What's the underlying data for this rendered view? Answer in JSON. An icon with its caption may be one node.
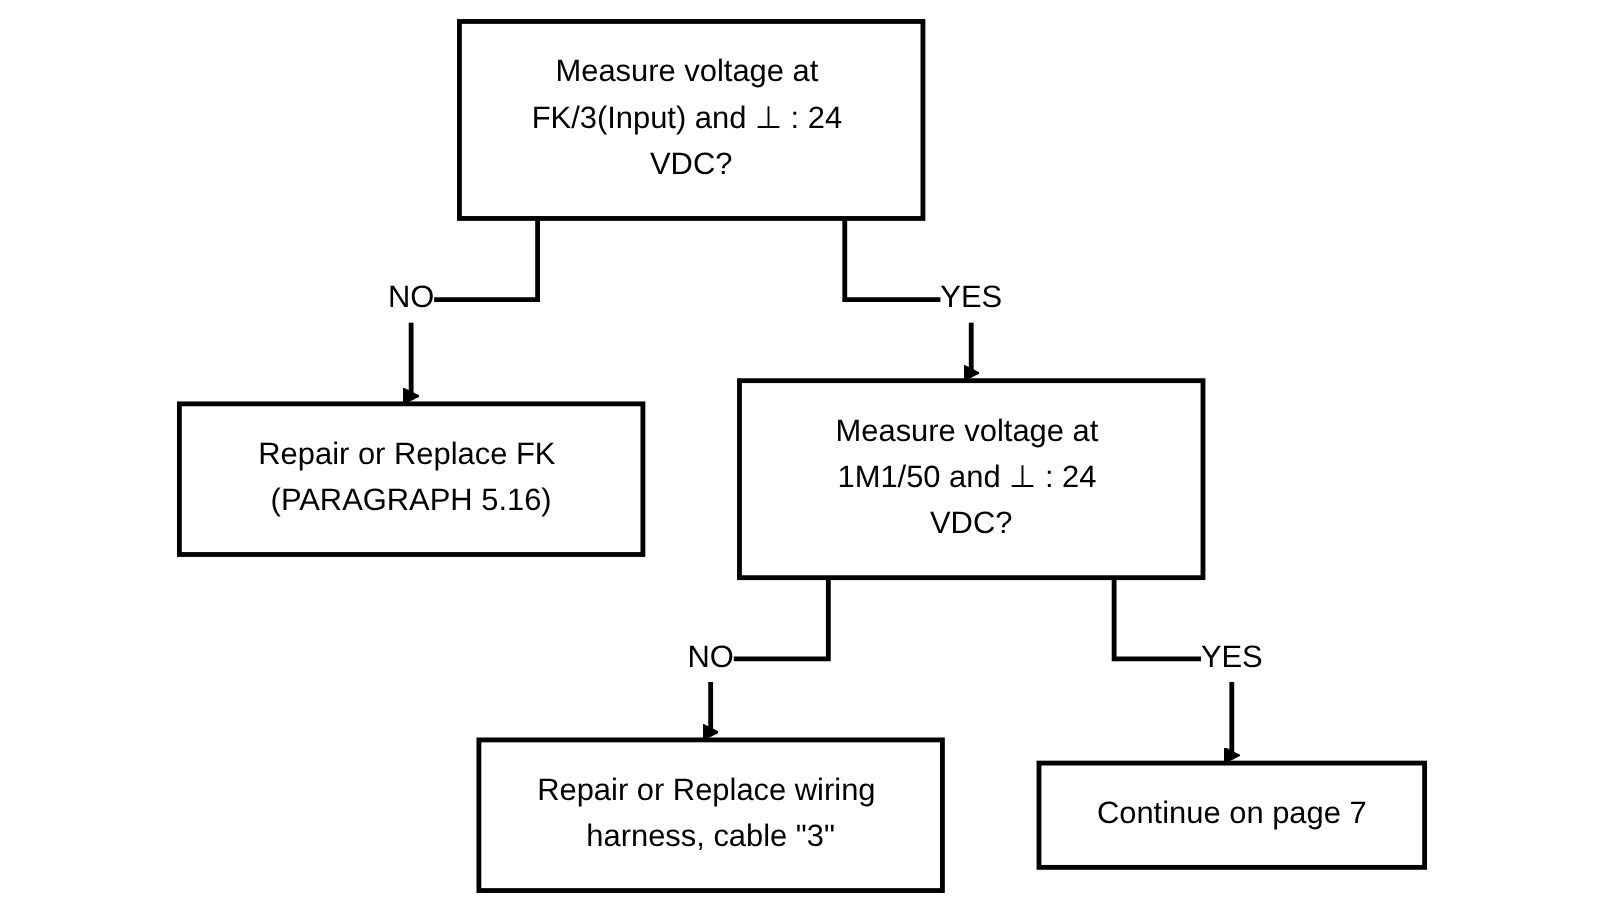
{
  "diagram": {
    "nodes": [
      {
        "text": [
          "Measure voltage at FK/3(Input) and ⊥ : 24 VDC?"
        ]
      },
      {
        "text": [
          "Repair or Replace FK (PARAGRAPH 5.16)"
        ]
      },
      {
        "text": [
          "Measure voltage at 1M1/50 and ⊥ : 24 VDC?"
        ]
      },
      {
        "text": [
          "Repair or Replace wiring harness, cable \"3\""
        ]
      },
      {
        "text": [
          "Continue on page 7"
        ]
      }
    ],
    "edges": [
      {
        "from": 0,
        "to": 1,
        "arrow": "to",
        "label": "NO"
      },
      {
        "from": 0,
        "to": 2,
        "arrow": "to",
        "label": "YES"
      },
      {
        "from": 2,
        "to": 3,
        "arrow": "to",
        "label": "NO"
      },
      {
        "from": 2,
        "to": 4,
        "arrow": "to",
        "label": "YES"
      }
    ]
  }
}
